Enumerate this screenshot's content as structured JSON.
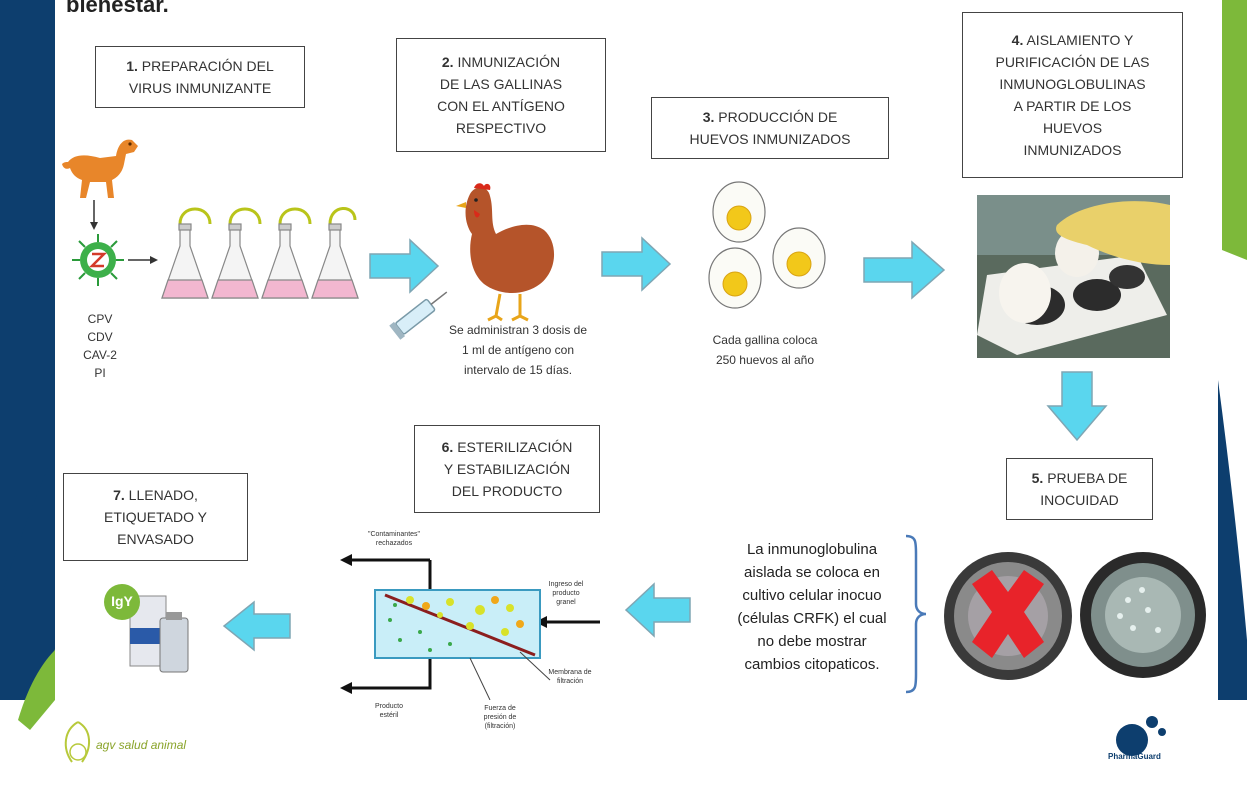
{
  "title": "bienestar.",
  "steps": {
    "s1": {
      "num": "1.",
      "lines": [
        "PREPARACIÓN DEL",
        "VIRUS INMUNIZANTE"
      ]
    },
    "s2": {
      "num": "2.",
      "lines": [
        "INMUNIZACIÓN",
        "DE LAS GALLINAS",
        "CON EL ANTÍGENO",
        "RESPECTIVO"
      ]
    },
    "s3": {
      "num": "3.",
      "lines": [
        "PRODUCCIÓN DE",
        "HUEVOS INMUNIZADOS"
      ]
    },
    "s4": {
      "num": "4.",
      "lines": [
        "AISLAMIENTO Y",
        "PURIFICACIÓN DE LAS",
        "INMUNOGLOBULINAS",
        "A PARTIR DE LOS",
        "HUEVOS",
        "INMUNIZADOS"
      ]
    },
    "s5": {
      "num": "5.",
      "lines": [
        "PRUEBA DE",
        "INOCUIDAD"
      ]
    },
    "s6": {
      "num": "6.",
      "lines": [
        "ESTERILIZACIÓN",
        "Y ESTABILIZACIÓN",
        "DEL PRODUCTO"
      ]
    },
    "s7": {
      "num": "7.",
      "lines": [
        "LLENADO,",
        "ETIQUETADO Y",
        "ENVASADO"
      ]
    }
  },
  "virus_labels": [
    "CPV",
    "CDV",
    "CAV-2",
    "PI"
  ],
  "dose_note": [
    "Se administran 3 dosis de",
    "1 ml de antígeno con",
    "intervalo de 15 días."
  ],
  "egg_note": [
    "Cada gallina coloca",
    "250 huevos al año"
  ],
  "inocuity_text": [
    "La inmunoglobulina",
    "aislada se coloca en",
    "cultivo celular inocuo",
    "(células CRFK) el cual",
    "no debe mostrar",
    "cambios citopaticos."
  ],
  "membrane_labels": {
    "contaminants": [
      "\"Contaminantes\"",
      "rechazados"
    ],
    "input": [
      "Ingreso del",
      "producto",
      "granel"
    ],
    "membrane": [
      "Membrana de",
      "filtración"
    ],
    "product": [
      "Producto",
      "estéril"
    ],
    "pressure": [
      "Fuerza de",
      "presión de",
      "(filtración)"
    ]
  },
  "igy_label": "IgY",
  "logos": {
    "left": "agv salud animal",
    "right": "PharmaGuard"
  },
  "colors": {
    "arrow_cyan": "#5ad6ee",
    "navy": "#0d3e6e",
    "green": "#7db93a",
    "red_cross": "#e8232a",
    "hen": "#b5542a"
  }
}
